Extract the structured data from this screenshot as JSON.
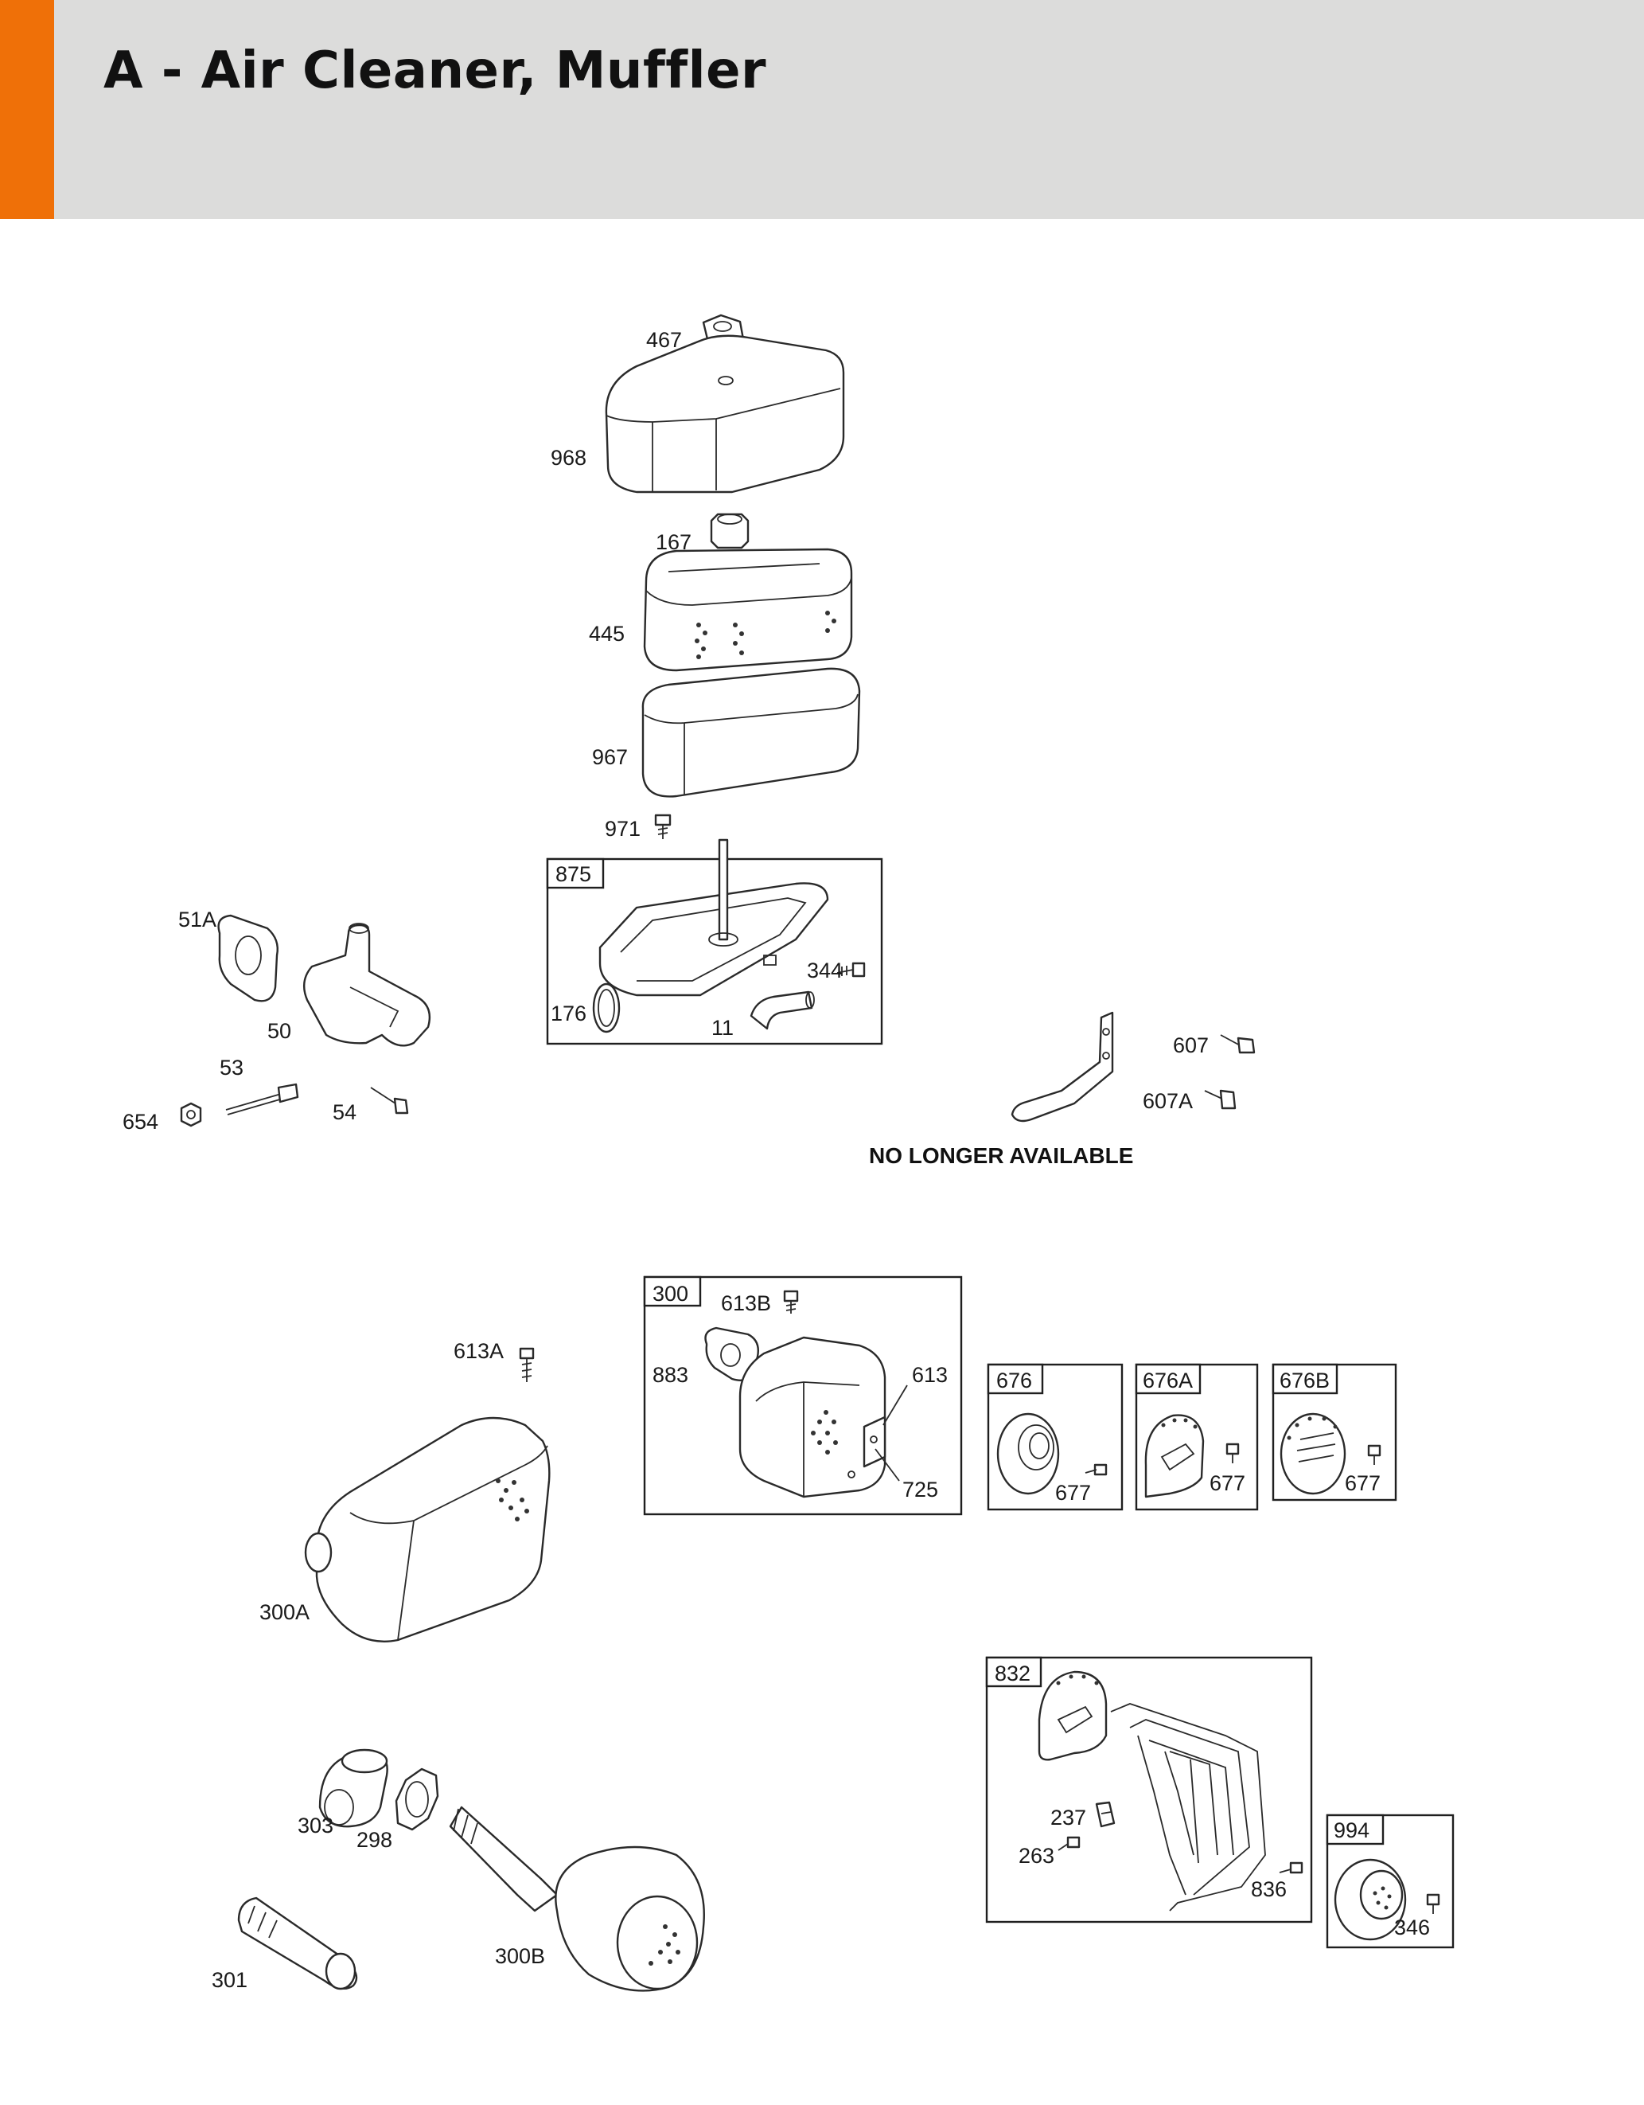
{
  "header": {
    "title": "A - Air Cleaner, Muffler",
    "accent_color": "#ef7008",
    "band_color": "#dcdcdb"
  },
  "labels": {
    "p467": "467",
    "p968": "968",
    "p167": "167",
    "p445": "445",
    "p967": "967",
    "p971": "971",
    "p875": "875",
    "p344": "344",
    "p176": "176",
    "p11": "11",
    "p51a": "51A",
    "p50": "50",
    "p53": "53",
    "p654": "654",
    "p54": "54",
    "p607": "607",
    "p607a": "607A",
    "p300": "300",
    "p613b": "613B",
    "p883": "883",
    "p613": "613",
    "p725": "725",
    "p613a": "613A",
    "p300a": "300A",
    "p676": "676",
    "p676a": "676A",
    "p676b": "676B",
    "p677_1": "677",
    "p677_2": "677",
    "p677_3": "677",
    "p832": "832",
    "p237": "237",
    "p263": "263",
    "p836": "836",
    "p994": "994",
    "p346": "346",
    "p303": "303",
    "p298": "298",
    "p301": "301",
    "p300b": "300B"
  },
  "notes": {
    "no_longer_available": "NO LONGER AVAILABLE"
  }
}
